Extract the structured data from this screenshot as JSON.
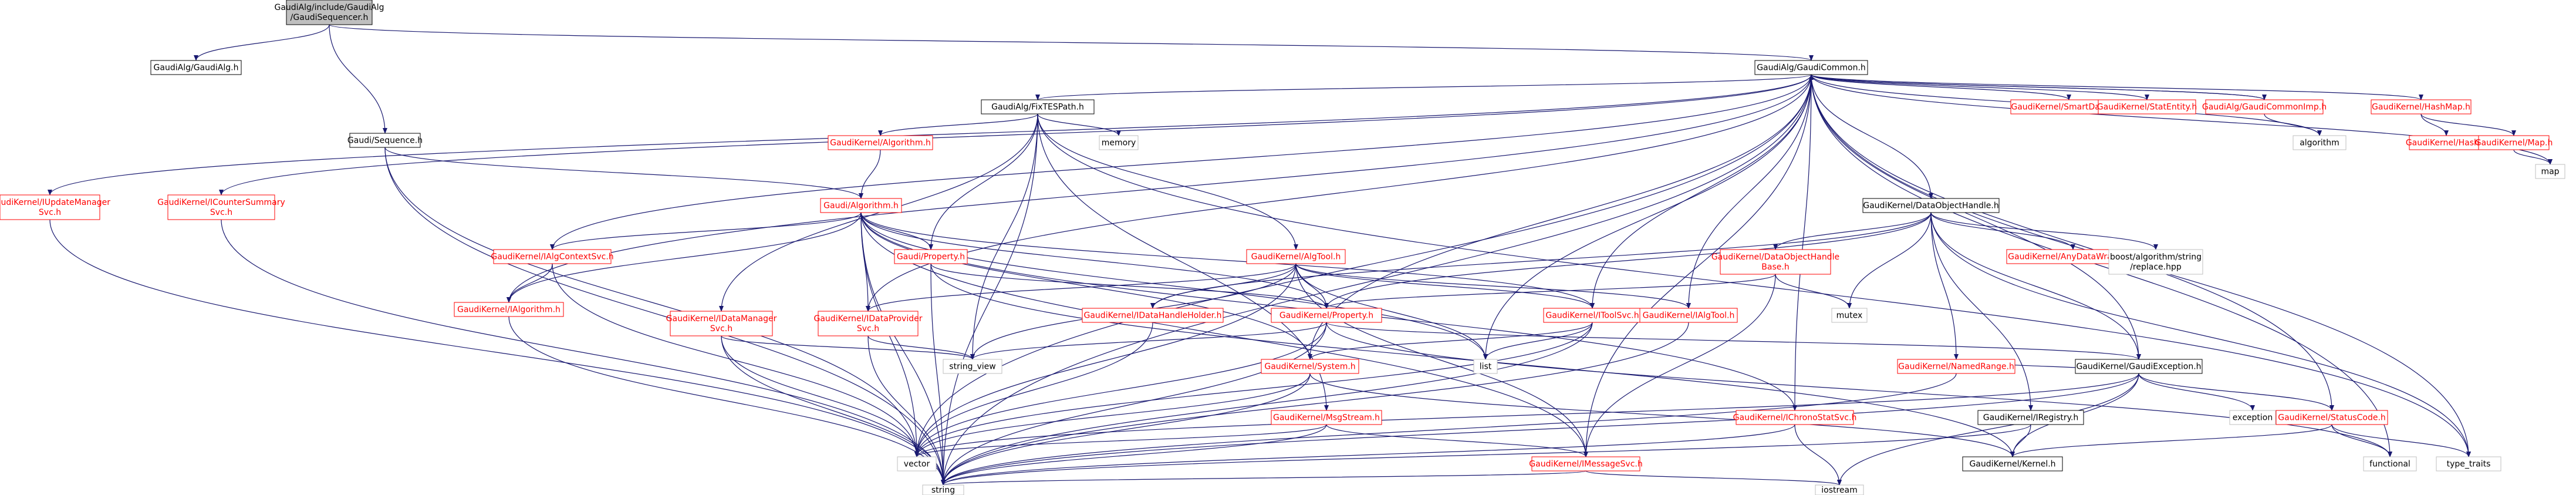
{
  "colors": {
    "edge": "#191970",
    "node_border_default": "#000000",
    "node_border_missing": "#ff0000",
    "node_border_external": "#bfbfbf",
    "node_text_missing": "#ff0000",
    "node_fill_root": "#bfbfbf",
    "node_fill": "#ffffff",
    "text": "#000000"
  },
  "nodes": [
    {
      "id": "root",
      "kind": "root",
      "lines": [
        "GaudiAlg/include/GaudiAlg",
        "/GaudiSequencer.h"
      ]
    },
    {
      "id": "gaudialg",
      "kind": "default",
      "lines": [
        "GaudiAlg/GaudiAlg.h"
      ]
    },
    {
      "id": "gaudicommon",
      "kind": "default",
      "lines": [
        "GaudiAlg/GaudiCommon.h"
      ]
    },
    {
      "id": "sequence",
      "kind": "default",
      "lines": [
        "Gaudi/Sequence.h"
      ]
    },
    {
      "id": "fixtespath",
      "kind": "default",
      "lines": [
        "GaudiAlg/FixTESPath.h"
      ]
    },
    {
      "id": "smartdataptr",
      "kind": "missing",
      "lines": [
        "GaudiKernel/SmartDataPtr.h"
      ]
    },
    {
      "id": "statentity",
      "kind": "missing",
      "lines": [
        "GaudiKernel/StatEntity.h"
      ]
    },
    {
      "id": "gaudicommonimp",
      "kind": "missing",
      "lines": [
        "GaudiAlg/GaudiCommonImp.h"
      ]
    },
    {
      "id": "algorithm_std",
      "kind": "external",
      "lines": [
        "algorithm"
      ]
    },
    {
      "id": "hashmap",
      "kind": "missing",
      "lines": [
        "GaudiKernel/HashMap.h"
      ]
    },
    {
      "id": "hash",
      "kind": "missing",
      "lines": [
        "GaudiKernel/Hash.h"
      ]
    },
    {
      "id": "map_h",
      "kind": "missing",
      "lines": [
        "GaudiKernel/Map.h"
      ]
    },
    {
      "id": "map_std",
      "kind": "external",
      "lines": [
        "map"
      ]
    },
    {
      "id": "iupdatemgr",
      "kind": "missing",
      "lines": [
        "GaudiKernel/IUpdateManager",
        "Svc.h"
      ]
    },
    {
      "id": "icountersummary",
      "kind": "missing",
      "lines": [
        "GaudiKernel/ICounterSummary",
        "Svc.h"
      ]
    },
    {
      "id": "ialgorithm_top",
      "kind": "missing",
      "lines": [
        "GaudiKernel/Algorithm.h"
      ]
    },
    {
      "id": "memory",
      "kind": "external",
      "lines": [
        "memory"
      ]
    },
    {
      "id": "gaudi_algorithm",
      "kind": "missing",
      "lines": [
        "Gaudi/Algorithm.h"
      ]
    },
    {
      "id": "dataobjecthandle",
      "kind": "default",
      "lines": [
        "GaudiKernel/DataObjectHandle.h"
      ]
    },
    {
      "id": "ialgcontextsvc",
      "kind": "missing",
      "lines": [
        "GaudiKernel/IAlgContextSvc.h"
      ]
    },
    {
      "id": "gaudi_property",
      "kind": "missing",
      "lines": [
        "Gaudi/Property.h"
      ]
    },
    {
      "id": "algtool",
      "kind": "missing",
      "lines": [
        "GaudiKernel/AlgTool.h"
      ]
    },
    {
      "id": "dataobjecthandlebase",
      "kind": "missing",
      "lines": [
        "GaudiKernel/DataObjectHandle",
        "Base.h"
      ]
    },
    {
      "id": "anydatawrapper",
      "kind": "missing",
      "lines": [
        "GaudiKernel/AnyDataWrapper.h"
      ]
    },
    {
      "id": "boost_replace",
      "kind": "external",
      "lines": [
        "boost/algorithm/string",
        "/replace.hpp"
      ]
    },
    {
      "id": "ialgorithm",
      "kind": "missing",
      "lines": [
        "GaudiKernel/IAlgorithm.h"
      ]
    },
    {
      "id": "idatamanager",
      "kind": "missing",
      "lines": [
        "GaudiKernel/IDataManager",
        "Svc.h"
      ]
    },
    {
      "id": "idataprovider",
      "kind": "missing",
      "lines": [
        "GaudiKernel/IDataProvider",
        "Svc.h"
      ]
    },
    {
      "id": "idatahandleholder",
      "kind": "missing",
      "lines": [
        "GaudiKernel/IDataHandleHolder.h"
      ]
    },
    {
      "id": "gk_property",
      "kind": "missing",
      "lines": [
        "GaudiKernel/Property.h"
      ]
    },
    {
      "id": "itoolsvc",
      "kind": "missing",
      "lines": [
        "GaudiKernel/IToolSvc.h"
      ]
    },
    {
      "id": "ialgtool",
      "kind": "missing",
      "lines": [
        "GaudiKernel/IAlgTool.h"
      ]
    },
    {
      "id": "mutex",
      "kind": "external",
      "lines": [
        "mutex"
      ]
    },
    {
      "id": "namedrange",
      "kind": "missing",
      "lines": [
        "GaudiKernel/NamedRange.h"
      ]
    },
    {
      "id": "gaudiexception",
      "kind": "default",
      "lines": [
        "GaudiKernel/GaudiException.h"
      ]
    },
    {
      "id": "string_view",
      "kind": "external",
      "lines": [
        "string_view"
      ]
    },
    {
      "id": "system",
      "kind": "missing",
      "lines": [
        "GaudiKernel/System.h"
      ]
    },
    {
      "id": "list",
      "kind": "external",
      "lines": [
        "list"
      ]
    },
    {
      "id": "iregistry",
      "kind": "default",
      "lines": [
        "GaudiKernel/IRegistry.h"
      ]
    },
    {
      "id": "exception",
      "kind": "external",
      "lines": [
        "exception"
      ]
    },
    {
      "id": "statuscode",
      "kind": "missing",
      "lines": [
        "GaudiKernel/StatusCode.h"
      ]
    },
    {
      "id": "msgstream",
      "kind": "missing",
      "lines": [
        "GaudiKernel/MsgStream.h"
      ]
    },
    {
      "id": "ichronostatsvc",
      "kind": "missing",
      "lines": [
        "GaudiKernel/IChronoStatSvc.h"
      ]
    },
    {
      "id": "vector",
      "kind": "external",
      "lines": [
        "vector"
      ]
    },
    {
      "id": "imessagesvc",
      "kind": "missing",
      "lines": [
        "GaudiKernel/IMessageSvc.h"
      ]
    },
    {
      "id": "kernel",
      "kind": "default",
      "lines": [
        "GaudiKernel/Kernel.h"
      ]
    },
    {
      "id": "functional",
      "kind": "external",
      "lines": [
        "functional"
      ]
    },
    {
      "id": "type_traits",
      "kind": "external",
      "lines": [
        "type_traits"
      ]
    },
    {
      "id": "string",
      "kind": "external",
      "lines": [
        "string"
      ]
    },
    {
      "id": "iostream",
      "kind": "external",
      "lines": [
        "iostream"
      ]
    }
  ],
  "edges": [
    [
      "root",
      "gaudialg"
    ],
    [
      "root",
      "gaudicommon"
    ],
    [
      "root",
      "sequence"
    ],
    [
      "gaudicommon",
      "fixtespath"
    ],
    [
      "gaudicommon",
      "smartdataptr"
    ],
    [
      "gaudicommon",
      "statentity"
    ],
    [
      "gaudicommon",
      "gaudicommonimp"
    ],
    [
      "gaudicommon",
      "algorithm_std"
    ],
    [
      "gaudicommon",
      "hashmap"
    ],
    [
      "gaudicommon",
      "map_std"
    ],
    [
      "gaudicommon",
      "iupdatemgr"
    ],
    [
      "gaudicommon",
      "icountersummary"
    ],
    [
      "gaudicommon",
      "dataobjecthandle"
    ],
    [
      "gaudicommon",
      "ialgcontextsvc"
    ],
    [
      "gaudicommon",
      "idataprovider"
    ],
    [
      "gaudicommon",
      "itoolsvc"
    ],
    [
      "gaudicommon",
      "ialgtool"
    ],
    [
      "gaudicommon",
      "gaudiexception"
    ],
    [
      "gaudicommon",
      "statuscode"
    ],
    [
      "gaudicommon",
      "ichronostatsvc"
    ],
    [
      "gaudicommon",
      "system"
    ],
    [
      "gaudicommon",
      "vector"
    ],
    [
      "gaudicommon",
      "string"
    ],
    [
      "gaudicommon",
      "list"
    ],
    [
      "gaudicommon",
      "functional"
    ],
    [
      "gaudicommon",
      "type_traits"
    ],
    [
      "gaudicommon",
      "ialgorithm"
    ],
    [
      "gaudicommon",
      "imessagesvc"
    ],
    [
      "gaudicommonimp",
      "algorithm_std"
    ],
    [
      "gaudicommonimp",
      "gaudicommon"
    ],
    [
      "hashmap",
      "hash"
    ],
    [
      "hashmap",
      "map_h"
    ],
    [
      "map_h",
      "map_std"
    ],
    [
      "fixtespath",
      "ialgorithm_top"
    ],
    [
      "fixtespath",
      "memory"
    ],
    [
      "fixtespath",
      "algtool"
    ],
    [
      "fixtespath",
      "gaudi_property"
    ],
    [
      "fixtespath",
      "idatamanager"
    ],
    [
      "fixtespath",
      "string_view"
    ],
    [
      "fixtespath",
      "msgstream"
    ],
    [
      "fixtespath",
      "string"
    ],
    [
      "fixtespath",
      "type_traits"
    ],
    [
      "ialgorithm_top",
      "gaudi_algorithm"
    ],
    [
      "sequence",
      "gaudi_algorithm"
    ],
    [
      "sequence",
      "vector"
    ],
    [
      "sequence",
      "string"
    ],
    [
      "gaudi_algorithm",
      "ialgcontextsvc"
    ],
    [
      "gaudi_algorithm",
      "ialgorithm"
    ],
    [
      "gaudi_algorithm",
      "gaudi_property"
    ],
    [
      "gaudi_algorithm",
      "idataprovider"
    ],
    [
      "gaudi_algorithm",
      "gk_property"
    ],
    [
      "gaudi_algorithm",
      "itoolsvc"
    ],
    [
      "gaudi_algorithm",
      "system"
    ],
    [
      "gaudi_algorithm",
      "ichronostatsvc"
    ],
    [
      "gaudi_algorithm",
      "vector"
    ],
    [
      "gaudi_algorithm",
      "string"
    ],
    [
      "gaudi_algorithm",
      "imessagesvc"
    ],
    [
      "gaudi_algorithm",
      "list"
    ],
    [
      "ialgcontextsvc",
      "ialgorithm"
    ],
    [
      "ialgcontextsvc",
      "vector"
    ],
    [
      "ialgorithm",
      "string"
    ],
    [
      "gaudi_property",
      "gk_property"
    ],
    [
      "gaudi_property",
      "string"
    ],
    [
      "gaudi_property",
      "kernel"
    ],
    [
      "algtool",
      "idataprovider"
    ],
    [
      "algtool",
      "idatahandleholder"
    ],
    [
      "algtool",
      "gk_property"
    ],
    [
      "algtool",
      "itoolsvc"
    ],
    [
      "algtool",
      "ialgtool"
    ],
    [
      "algtool",
      "list"
    ],
    [
      "algtool",
      "vector"
    ],
    [
      "algtool",
      "imessagesvc"
    ],
    [
      "algtool",
      "string_view"
    ],
    [
      "dataobjecthandle",
      "dataobjecthandlebase"
    ],
    [
      "dataobjecthandle",
      "anydatawrapper"
    ],
    [
      "dataobjecthandle",
      "boost_replace"
    ],
    [
      "dataobjecthandle",
      "namedrange"
    ],
    [
      "dataobjecthandle",
      "iregistry"
    ],
    [
      "dataobjecthandle",
      "gaudiexception"
    ],
    [
      "dataobjecthandle",
      "idatahandleholder"
    ],
    [
      "dataobjecthandle",
      "gk_property"
    ],
    [
      "dataobjecthandle",
      "type_traits"
    ],
    [
      "dataobjecthandle",
      "mutex"
    ],
    [
      "dataobjecthandlebase",
      "gk_property"
    ],
    [
      "dataobjecthandlebase",
      "mutex"
    ],
    [
      "dataobjecthandlebase",
      "imessagesvc"
    ],
    [
      "idatamanager",
      "string_view"
    ],
    [
      "idatamanager",
      "vector"
    ],
    [
      "idatamanager",
      "string"
    ],
    [
      "idataprovider",
      "string_view"
    ],
    [
      "idataprovider",
      "string"
    ],
    [
      "idatahandleholder",
      "vector"
    ],
    [
      "gk_property",
      "string"
    ],
    [
      "gk_property",
      "vector"
    ],
    [
      "gk_property",
      "gaudiexception"
    ],
    [
      "gk_property",
      "string_view"
    ],
    [
      "gk_property",
      "functional"
    ],
    [
      "itoolsvc",
      "system"
    ],
    [
      "itoolsvc",
      "list"
    ],
    [
      "itoolsvc",
      "string"
    ],
    [
      "itoolsvc",
      "vector"
    ],
    [
      "ialgtool",
      "string"
    ],
    [
      "namedrange",
      "gaudiexception"
    ],
    [
      "namedrange",
      "string"
    ],
    [
      "gaudiexception",
      "statuscode"
    ],
    [
      "gaudiexception",
      "exception"
    ],
    [
      "gaudiexception",
      "kernel"
    ],
    [
      "gaudiexception",
      "string"
    ],
    [
      "gaudiexception",
      "iostream"
    ],
    [
      "gaudiexception",
      "vector"
    ],
    [
      "statuscode",
      "kernel"
    ],
    [
      "statuscode",
      "functional"
    ],
    [
      "statuscode",
      "type_traits"
    ],
    [
      "system",
      "kernel"
    ],
    [
      "system",
      "vector"
    ],
    [
      "system",
      "string"
    ],
    [
      "iregistry",
      "kernel"
    ],
    [
      "iregistry",
      "string"
    ],
    [
      "msgstream",
      "imessagesvc"
    ],
    [
      "msgstream",
      "string"
    ],
    [
      "msgstream",
      "vector"
    ],
    [
      "ichronostatsvc",
      "iostream"
    ],
    [
      "ichronostatsvc",
      "string"
    ],
    [
      "imessagesvc",
      "iostream"
    ],
    [
      "imessagesvc",
      "string"
    ],
    [
      "iupdatemgr",
      "string"
    ],
    [
      "icountersummary",
      "string"
    ]
  ]
}
